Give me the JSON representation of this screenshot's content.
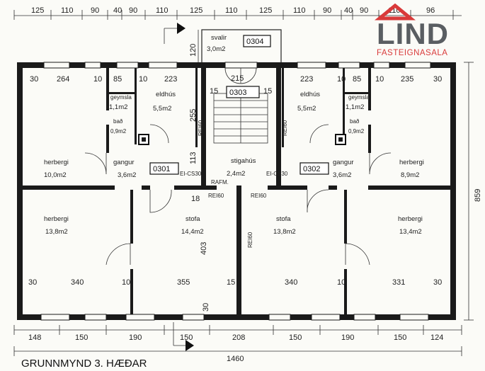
{
  "logo": {
    "brand": "LIND",
    "sub": "FASTEIGNASALA",
    "accent": "#d93a3a"
  },
  "title": "GRUNNMYND 3. HÆÐAR",
  "top_dims": [
    "125",
    "110",
    "90",
    "40",
    "90",
    "110",
    "125",
    "110",
    "125",
    "110",
    "90",
    "40",
    "90",
    "110",
    "96"
  ],
  "bottom_dims": [
    "148",
    "150",
    "190",
    "150",
    "208",
    "150",
    "190",
    "150",
    "124"
  ],
  "total_width": "1460",
  "total_height": "859",
  "units": {
    "u0304": "0304",
    "u0303": "0303",
    "u0301": "0301",
    "u0302": "0302"
  },
  "rooms": {
    "svalir": {
      "name": "svalir",
      "area": "3,0m2"
    },
    "eldhus_l": {
      "name": "eldhús",
      "area": "5,5m2"
    },
    "eldhus_r": {
      "name": "eldhús",
      "area": "5,5m2"
    },
    "geymsla_l": {
      "name": "geymsla",
      "area": "1,1m2"
    },
    "geymsla_r": {
      "name": "geymsla",
      "area": "1,1m2"
    },
    "bad_l": {
      "name": "bað",
      "area": "0,9m2"
    },
    "bad_r": {
      "name": "bað",
      "area": "0,9m2"
    },
    "herbergi_tl": {
      "name": "herbergi",
      "area": "10,0m2"
    },
    "herbergi_tr": {
      "name": "herbergi",
      "area": "8,9m2"
    },
    "gangur_l": {
      "name": "gangur",
      "area": "3,6m2"
    },
    "gangur_r": {
      "name": "gangur",
      "area": "3,6m2"
    },
    "stigahus": {
      "name": "stigahús",
      "area": "2,4m2"
    },
    "herbergi_bl": {
      "name": "herbergi",
      "area": "13,8m2"
    },
    "stofa_l": {
      "name": "stofa",
      "area": "14,4m2"
    },
    "stofa_r": {
      "name": "stofa",
      "area": "13,8m2"
    },
    "herbergi_br": {
      "name": "herbergi",
      "area": "13,4m2"
    }
  },
  "labels": {
    "ei_cs30_l": "EI-CS30",
    "ei_cs30_r": "EI-CS30",
    "rafm": "RAFM.",
    "rei60_a": "REI60",
    "rei60_b": "REI60",
    "rei60_c": "REI60",
    "rei60_d": "REI60",
    "rei60_e": "REI60"
  },
  "inner_dims": {
    "d264": "264",
    "d223l": "223",
    "d215": "215",
    "d223r": "223",
    "d235": "235",
    "d30a": "30",
    "d10a": "10",
    "d85a": "85",
    "d10b": "10",
    "d10c": "10",
    "d85b": "85",
    "d10d": "10",
    "d30b": "30",
    "d120": "120",
    "d255": "255",
    "d15a": "15",
    "d15b": "15",
    "d113": "113",
    "d18": "18",
    "d403": "403",
    "d340l": "340",
    "d355": "355",
    "d340r": "340",
    "d331": "331",
    "d30c": "30",
    "d10e": "10",
    "d15c": "15",
    "d10f": "10",
    "d30d": "30",
    "d30e": "30"
  }
}
